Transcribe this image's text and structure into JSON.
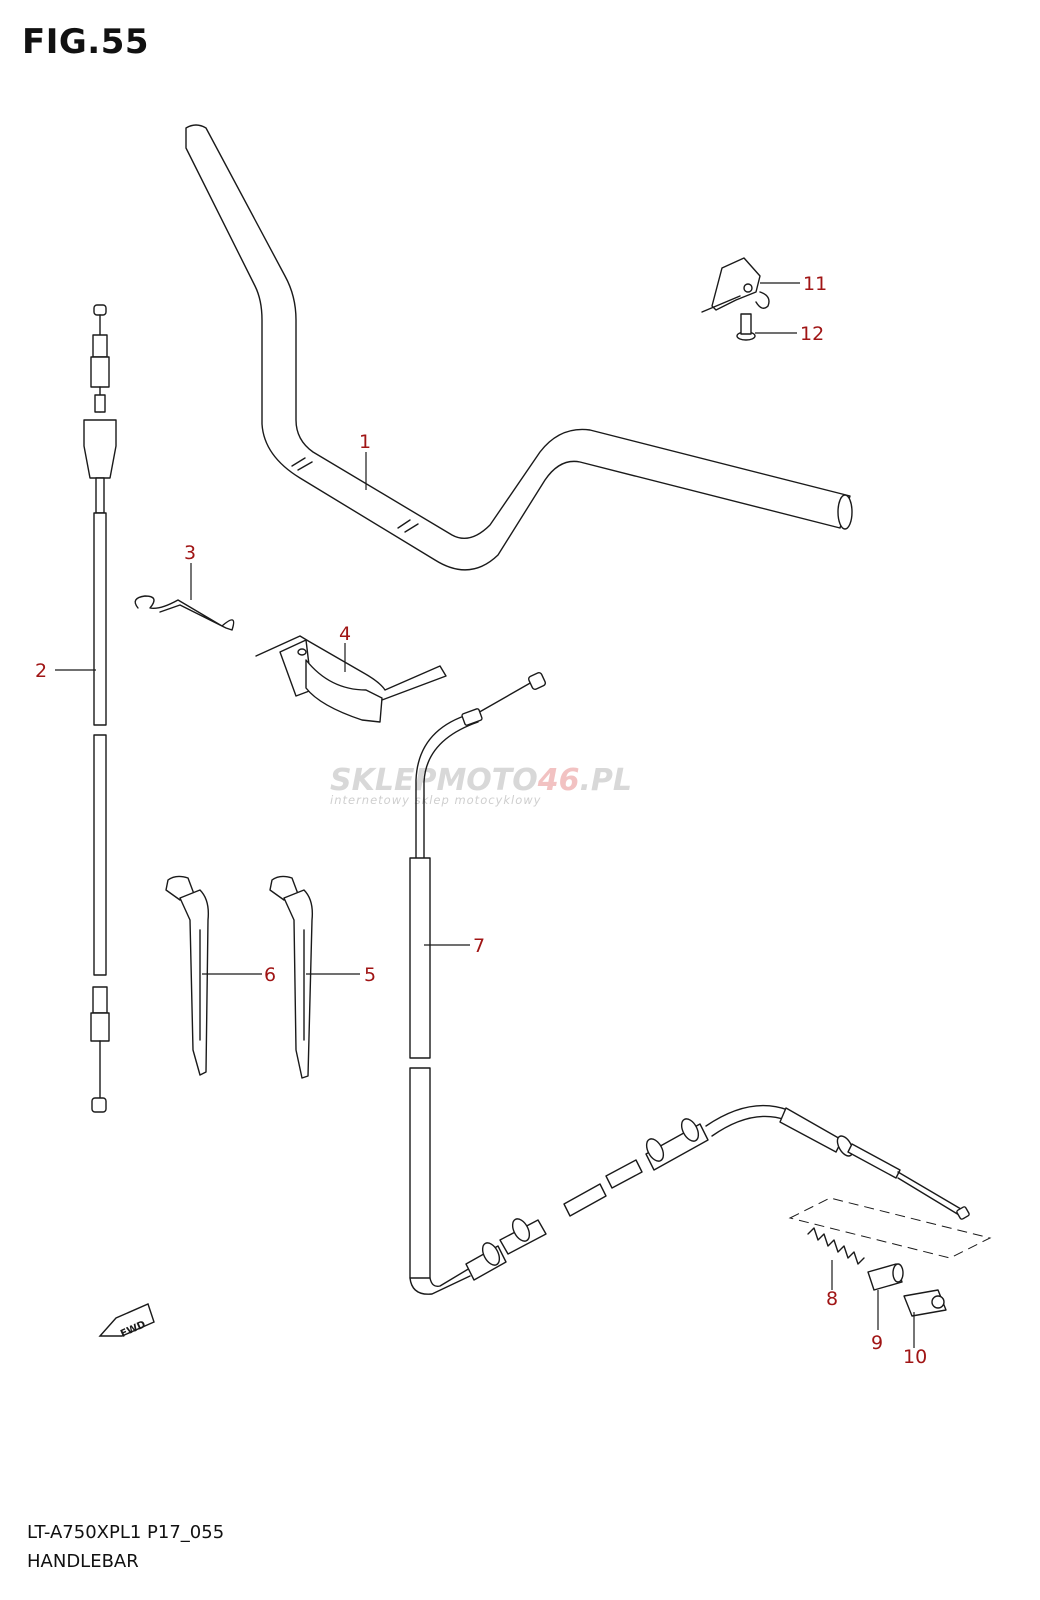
{
  "header": {
    "figure_label": "FIG.55"
  },
  "footer": {
    "model_code": "LT-A750XPL1 P17_055",
    "section_name": "HANDLEBAR"
  },
  "watermark": {
    "brand_main": "SKLEPMOTO",
    "brand_accent": "46",
    "brand_suffix": ".PL",
    "tagline": "internetowy sklep motocyklowy"
  },
  "fwd_badge": {
    "label": "FWD"
  },
  "callouts": [
    "1",
    "2",
    "3",
    "4",
    "5",
    "6",
    "7",
    "8",
    "9",
    "10",
    "11",
    "12"
  ],
  "colors": {
    "callout": "#a01515",
    "line": "#1a1a1a",
    "watermark": "#d8d8d8",
    "watermark_accent": "#f2c2c2"
  }
}
